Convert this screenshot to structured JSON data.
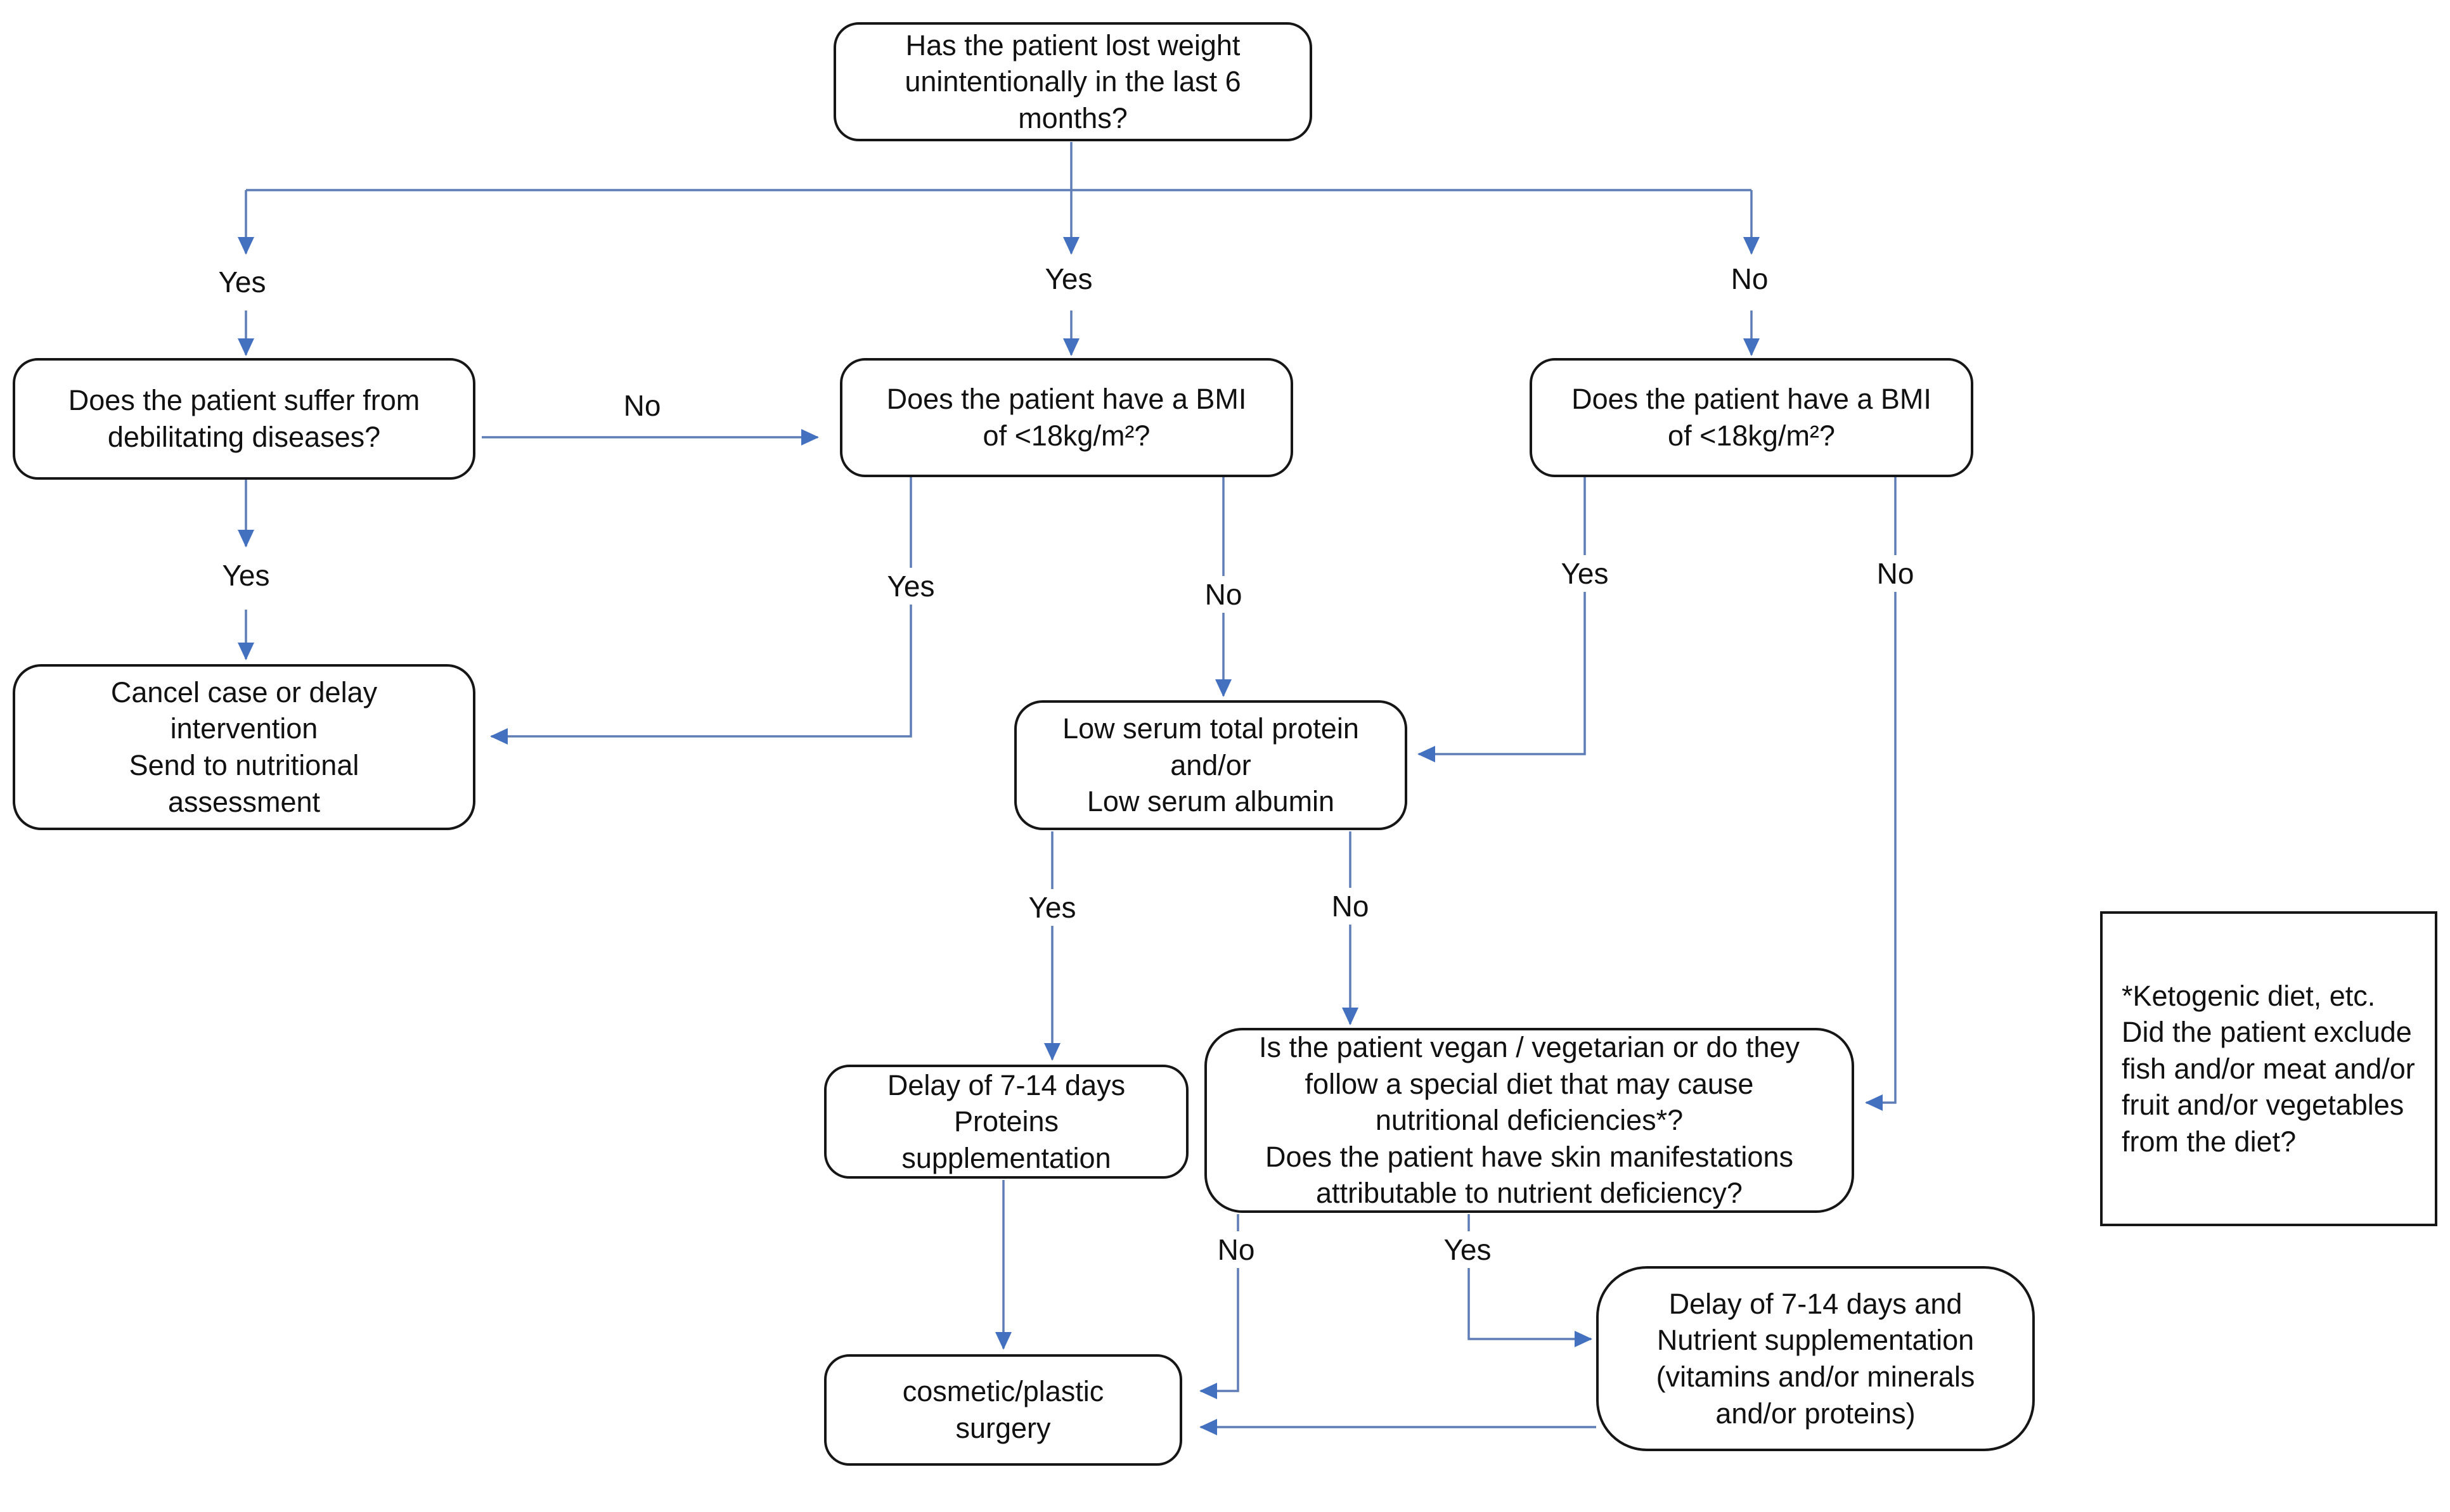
{
  "diagram": {
    "kind": "clinical-decision-flowchart",
    "colors": {
      "background": "#ffffff",
      "box_border": "#161616",
      "box_fill": "#ffffff",
      "arrow_line": "#5e7cb5",
      "arrow_head": "#4470c0",
      "text": "#111111"
    },
    "nodes": {
      "weight_loss": {
        "text": "Has the patient lost weight\nunintentionally in the last 6\nmonths?"
      },
      "debilitating": {
        "text": "Does the patient suffer from\ndebilitating diseases?"
      },
      "bmi_mid": {
        "text": "Does the patient have a BMI\nof <18kg/m²?"
      },
      "bmi_right": {
        "text": "Does the patient have a BMI\nof <18kg/m²?"
      },
      "cancel": {
        "text": "Cancel case or delay\nintervention\nSend to nutritional\nassessment"
      },
      "low_serum": {
        "text": "Low serum total protein\nand/or\nLow serum albumin"
      },
      "delay_proteins": {
        "text": "Delay of 7-14 days\nProteins\nsupplementation"
      },
      "special_diet": {
        "text": "Is the patient vegan / vegetarian or do they\nfollow a special diet that may cause\nnutritional deficiencies*?\nDoes the patient have skin manifestations\nattributable to nutrient deficiency?"
      },
      "surgery": {
        "text": "cosmetic/plastic\nsurgery"
      },
      "nutrient_supp": {
        "text": "Delay of 7-14 days and\nNutrient supplementation\n(vitamins and/or minerals\nand/or proteins)"
      },
      "footnote": {
        "text": "*Ketogenic diet, etc.\nDid the patient exclude\nfish and/or meat and/or\nfruit and/or vegetables\nfrom the diet?"
      }
    },
    "labels": {
      "root_left_yes": "Yes",
      "root_mid_yes": "Yes",
      "root_right_no": "No",
      "debilitating_no": "No",
      "debilitating_yes": "Yes",
      "bmi_mid_yes": "Yes",
      "bmi_mid_no": "No",
      "bmi_right_yes": "Yes",
      "bmi_right_no": "No",
      "low_serum_yes": "Yes",
      "low_serum_no": "No",
      "special_diet_no": "No",
      "special_diet_yes": "Yes"
    }
  }
}
